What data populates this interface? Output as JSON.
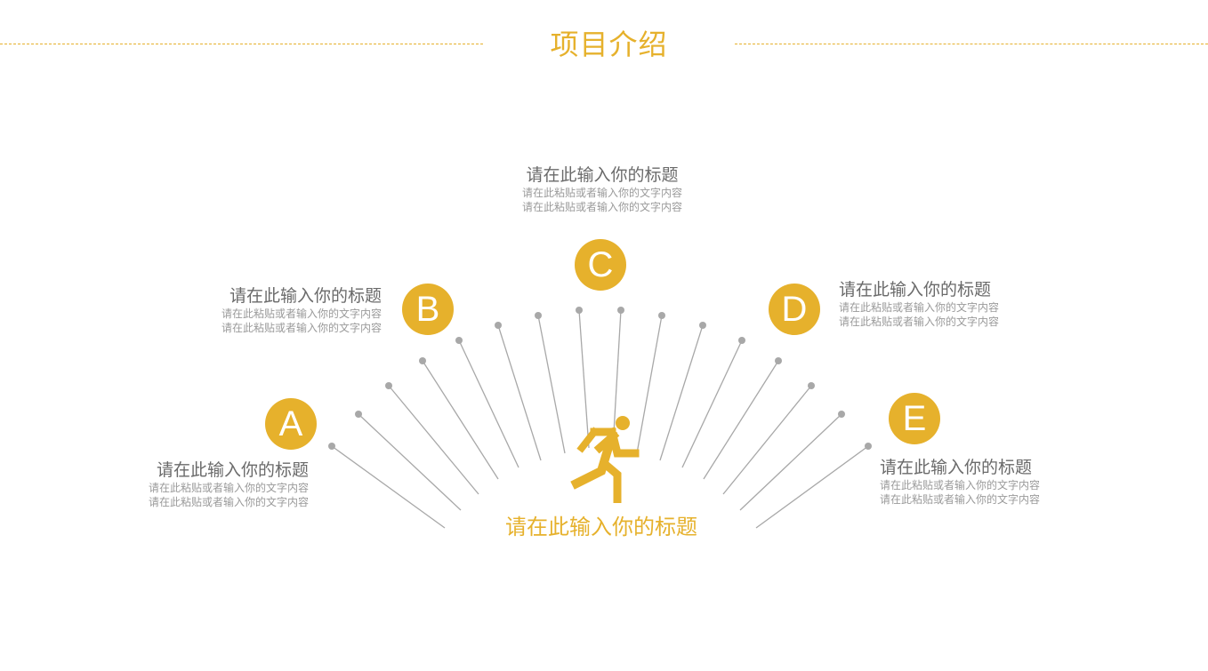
{
  "page_title": "项目介绍",
  "accent_color": "#E6B12C",
  "ray_color": "#a8a8a8",
  "center": {
    "icon": "running-man-icon",
    "title": "请在此输入你的标题"
  },
  "items": [
    {
      "letter": "A",
      "title": "请在此输入你的标题",
      "lines": [
        "请在此粘贴或者输入你的文字内容",
        "请在此粘贴或者输入你的文字内容"
      ]
    },
    {
      "letter": "B",
      "title": "请在此输入你的标题",
      "lines": [
        "请在此粘贴或者输入你的文字内容",
        "请在此粘贴或者输入你的文字内容"
      ]
    },
    {
      "letter": "C",
      "title": "请在此输入你的标题",
      "lines": [
        "请在此粘贴或者输入你的文字内容",
        "请在此粘贴或者输入你的文字内容"
      ]
    },
    {
      "letter": "D",
      "title": "请在此输入你的标题",
      "lines": [
        "请在此粘贴或者输入你的文字内容",
        "请在此粘贴或者输入你的文字内容"
      ]
    },
    {
      "letter": "E",
      "title": "请在此输入你的标题",
      "lines": [
        "请在此粘贴或者输入你的文字内容",
        "请在此粘贴或者输入你的文字内容"
      ]
    }
  ]
}
